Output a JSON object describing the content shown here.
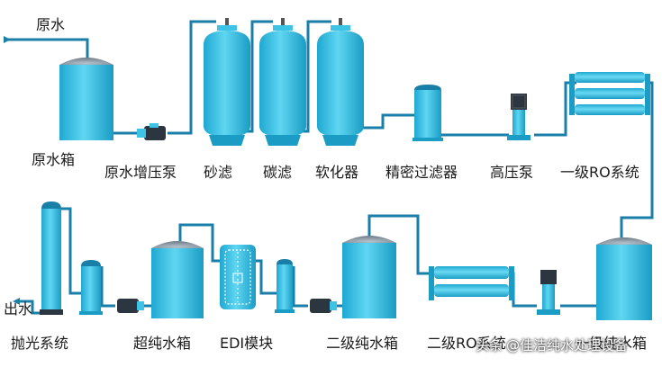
{
  "labels": {
    "raw_water_in": "原水",
    "raw_water_tank": "原水箱",
    "booster_pump": "原水增压泵",
    "sand_filter": "砂滤",
    "carbon_filter": "碳滤",
    "softener": "软化器",
    "precision_filter": "精密过滤器",
    "high_pressure_pump": "高压泵",
    "primary_ro": "一级RO系统",
    "polishing_system": "抛光系统",
    "water_out": "出水",
    "ultrapure_tank": "超纯水箱",
    "edi_module": "EDI模块",
    "secondary_pure_tank": "二级纯水箱",
    "secondary_ro": "二级RO系统",
    "primary_pure_tank": "一级纯水箱"
  },
  "watermark": {
    "platform": "头条",
    "account": "@佳洁纯水处理设备"
  },
  "colors": {
    "vessel": "#3cc3e6",
    "vessel_dark": "#1a9cc4",
    "pipe": "#1a7fa8",
    "dome": "#8a9aa8",
    "pump": "#2b3640"
  }
}
